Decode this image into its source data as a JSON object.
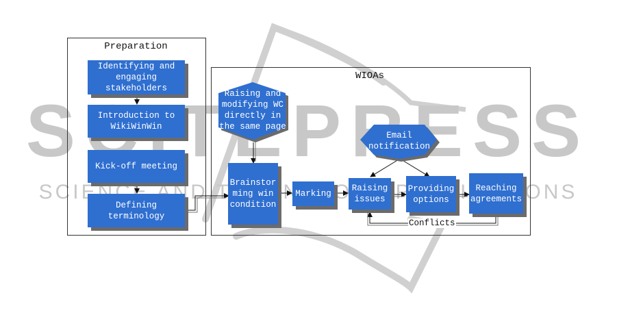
{
  "watermark": {
    "brand": "SCITEPRESS",
    "tagline": "SCIENCE AND TECHNOLOGY PUBLICATIONS",
    "color": "#c8c8c8"
  },
  "colors": {
    "box_fill": "#2f6fd0",
    "box_shadow": "#6b6b6b",
    "box_text": "#ffffff",
    "line": "#111111"
  },
  "preparation": {
    "title": "Preparation",
    "steps": [
      {
        "label": "Identifying and\nengaging\nstakeholders"
      },
      {
        "label": "Introduction to\nWikiWinWin"
      },
      {
        "label": "Kick-off meeting"
      },
      {
        "label": "Defining\nterminology"
      }
    ]
  },
  "wioas": {
    "title": "WIOAs",
    "modify_hex": {
      "label": "Raising and\nmodifying WC\ndirectly in\nthe same page"
    },
    "email_hex": {
      "label": "Email\nnotification"
    },
    "steps": [
      {
        "label": "Brainstor\nming win\ncondition"
      },
      {
        "label": "Marking"
      },
      {
        "label": "Raising\nissues"
      },
      {
        "label": "Providing\noptions"
      },
      {
        "label": "Reaching\nagreements"
      }
    ],
    "feedback_label": "Conflicts"
  }
}
